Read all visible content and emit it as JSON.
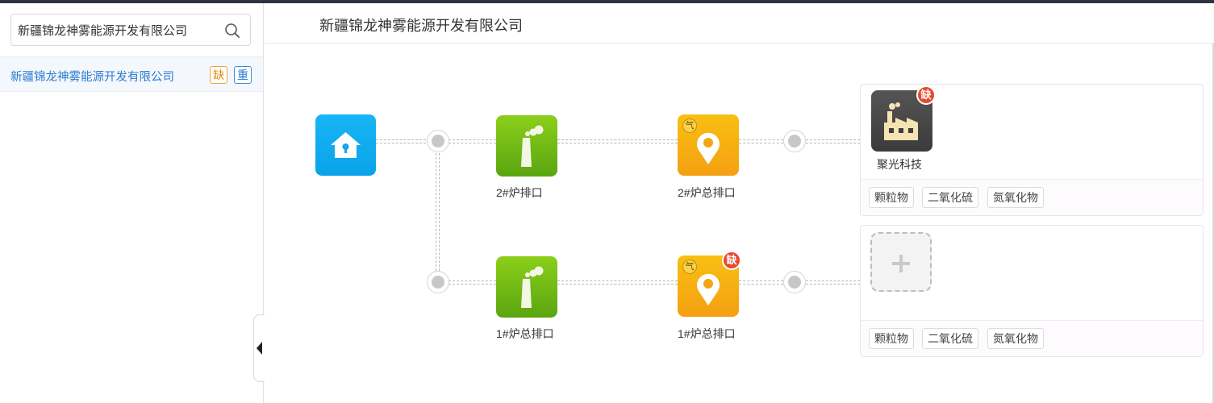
{
  "sidebar": {
    "search": {
      "value": "新疆锦龙神雾能源开发有限公司"
    },
    "items": [
      {
        "label": "新疆锦龙神雾能源开发有限公司",
        "badges": [
          "缺",
          "重"
        ]
      }
    ]
  },
  "main": {
    "title": "新疆锦龙神雾能源开发有限公司",
    "row1": {
      "outlet_label": "2#炉排口",
      "total_label": "2#炉总排口",
      "total_type": "气",
      "card": {
        "company": "聚光科技",
        "badge": "缺",
        "tags": [
          "颗粒物",
          "二氧化硫",
          "氮氧化物"
        ]
      }
    },
    "row2": {
      "outlet_label": "1#炉总排口",
      "total_label": "1#炉总排口",
      "total_type": "气",
      "total_badge": "缺",
      "card": {
        "tags": [
          "颗粒物",
          "二氧化硫",
          "氮氧化物"
        ]
      }
    }
  },
  "icons": [
    "search-icon",
    "home-icon",
    "chimney-icon",
    "location-pin-icon",
    "factory-icon",
    "add-icon",
    "collapse-arrow-icon"
  ],
  "colors": {
    "accent_blue": "#2a7bd1",
    "badge_orange": "#e58a13",
    "missing_red": "#e74b2f",
    "tile_green": "#6db414",
    "tile_orange": "#f6ab12",
    "tile_blue": "#12acf0"
  }
}
